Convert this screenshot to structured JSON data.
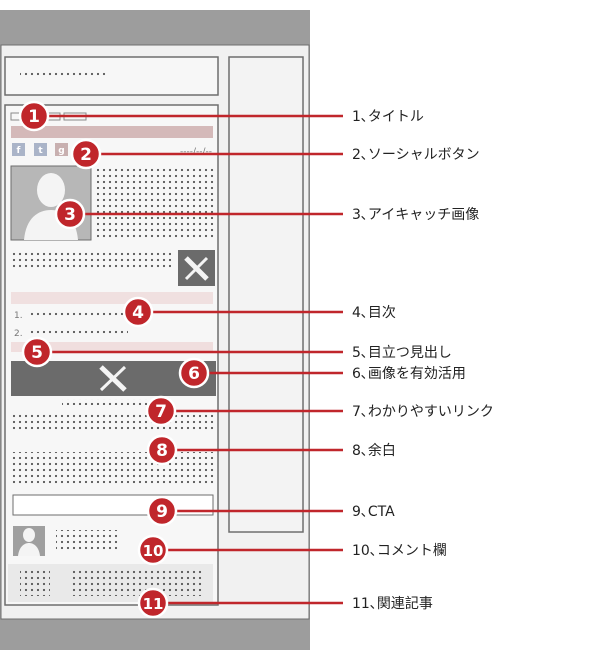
{
  "wireframe": {
    "colors": {
      "frame": "#9d9d9d",
      "panel": "#f1f1f1",
      "border": "#6e6e6e",
      "dots": "#555555",
      "title_bar": "#d4b9b9",
      "toc_bg": "#f0e0e0",
      "heading_bg": "#f0dede",
      "image_band": "#6b6b6b",
      "accent": "#c0262b"
    },
    "icons": {
      "avatar": "person-silhouette-icon",
      "eyecatch": "pencil-ruler-icon",
      "social": [
        "facebook-icon",
        "twitter-icon",
        "googleplus-icon"
      ]
    },
    "social_glyphs": [
      "f",
      "t",
      "g"
    ],
    "date_text": "----/--/--",
    "toc_numbers": [
      "1.",
      "2."
    ]
  },
  "callouts": [
    {
      "num": "1",
      "label": "1､タイトル"
    },
    {
      "num": "2",
      "label": "2､ソーシャルボタン"
    },
    {
      "num": "3",
      "label": "3､アイキャッチ画像"
    },
    {
      "num": "4",
      "label": "4､目次"
    },
    {
      "num": "5",
      "label": "5､目立つ見出し"
    },
    {
      "num": "6",
      "label": "6､画像を有効活用"
    },
    {
      "num": "7",
      "label": "7､わかりやすいリンク"
    },
    {
      "num": "8",
      "label": "8､余白"
    },
    {
      "num": "9",
      "label": "9､CTA"
    },
    {
      "num": "10",
      "label": "10､コメント欄"
    },
    {
      "num": "11",
      "label": "11､関連記事"
    }
  ]
}
